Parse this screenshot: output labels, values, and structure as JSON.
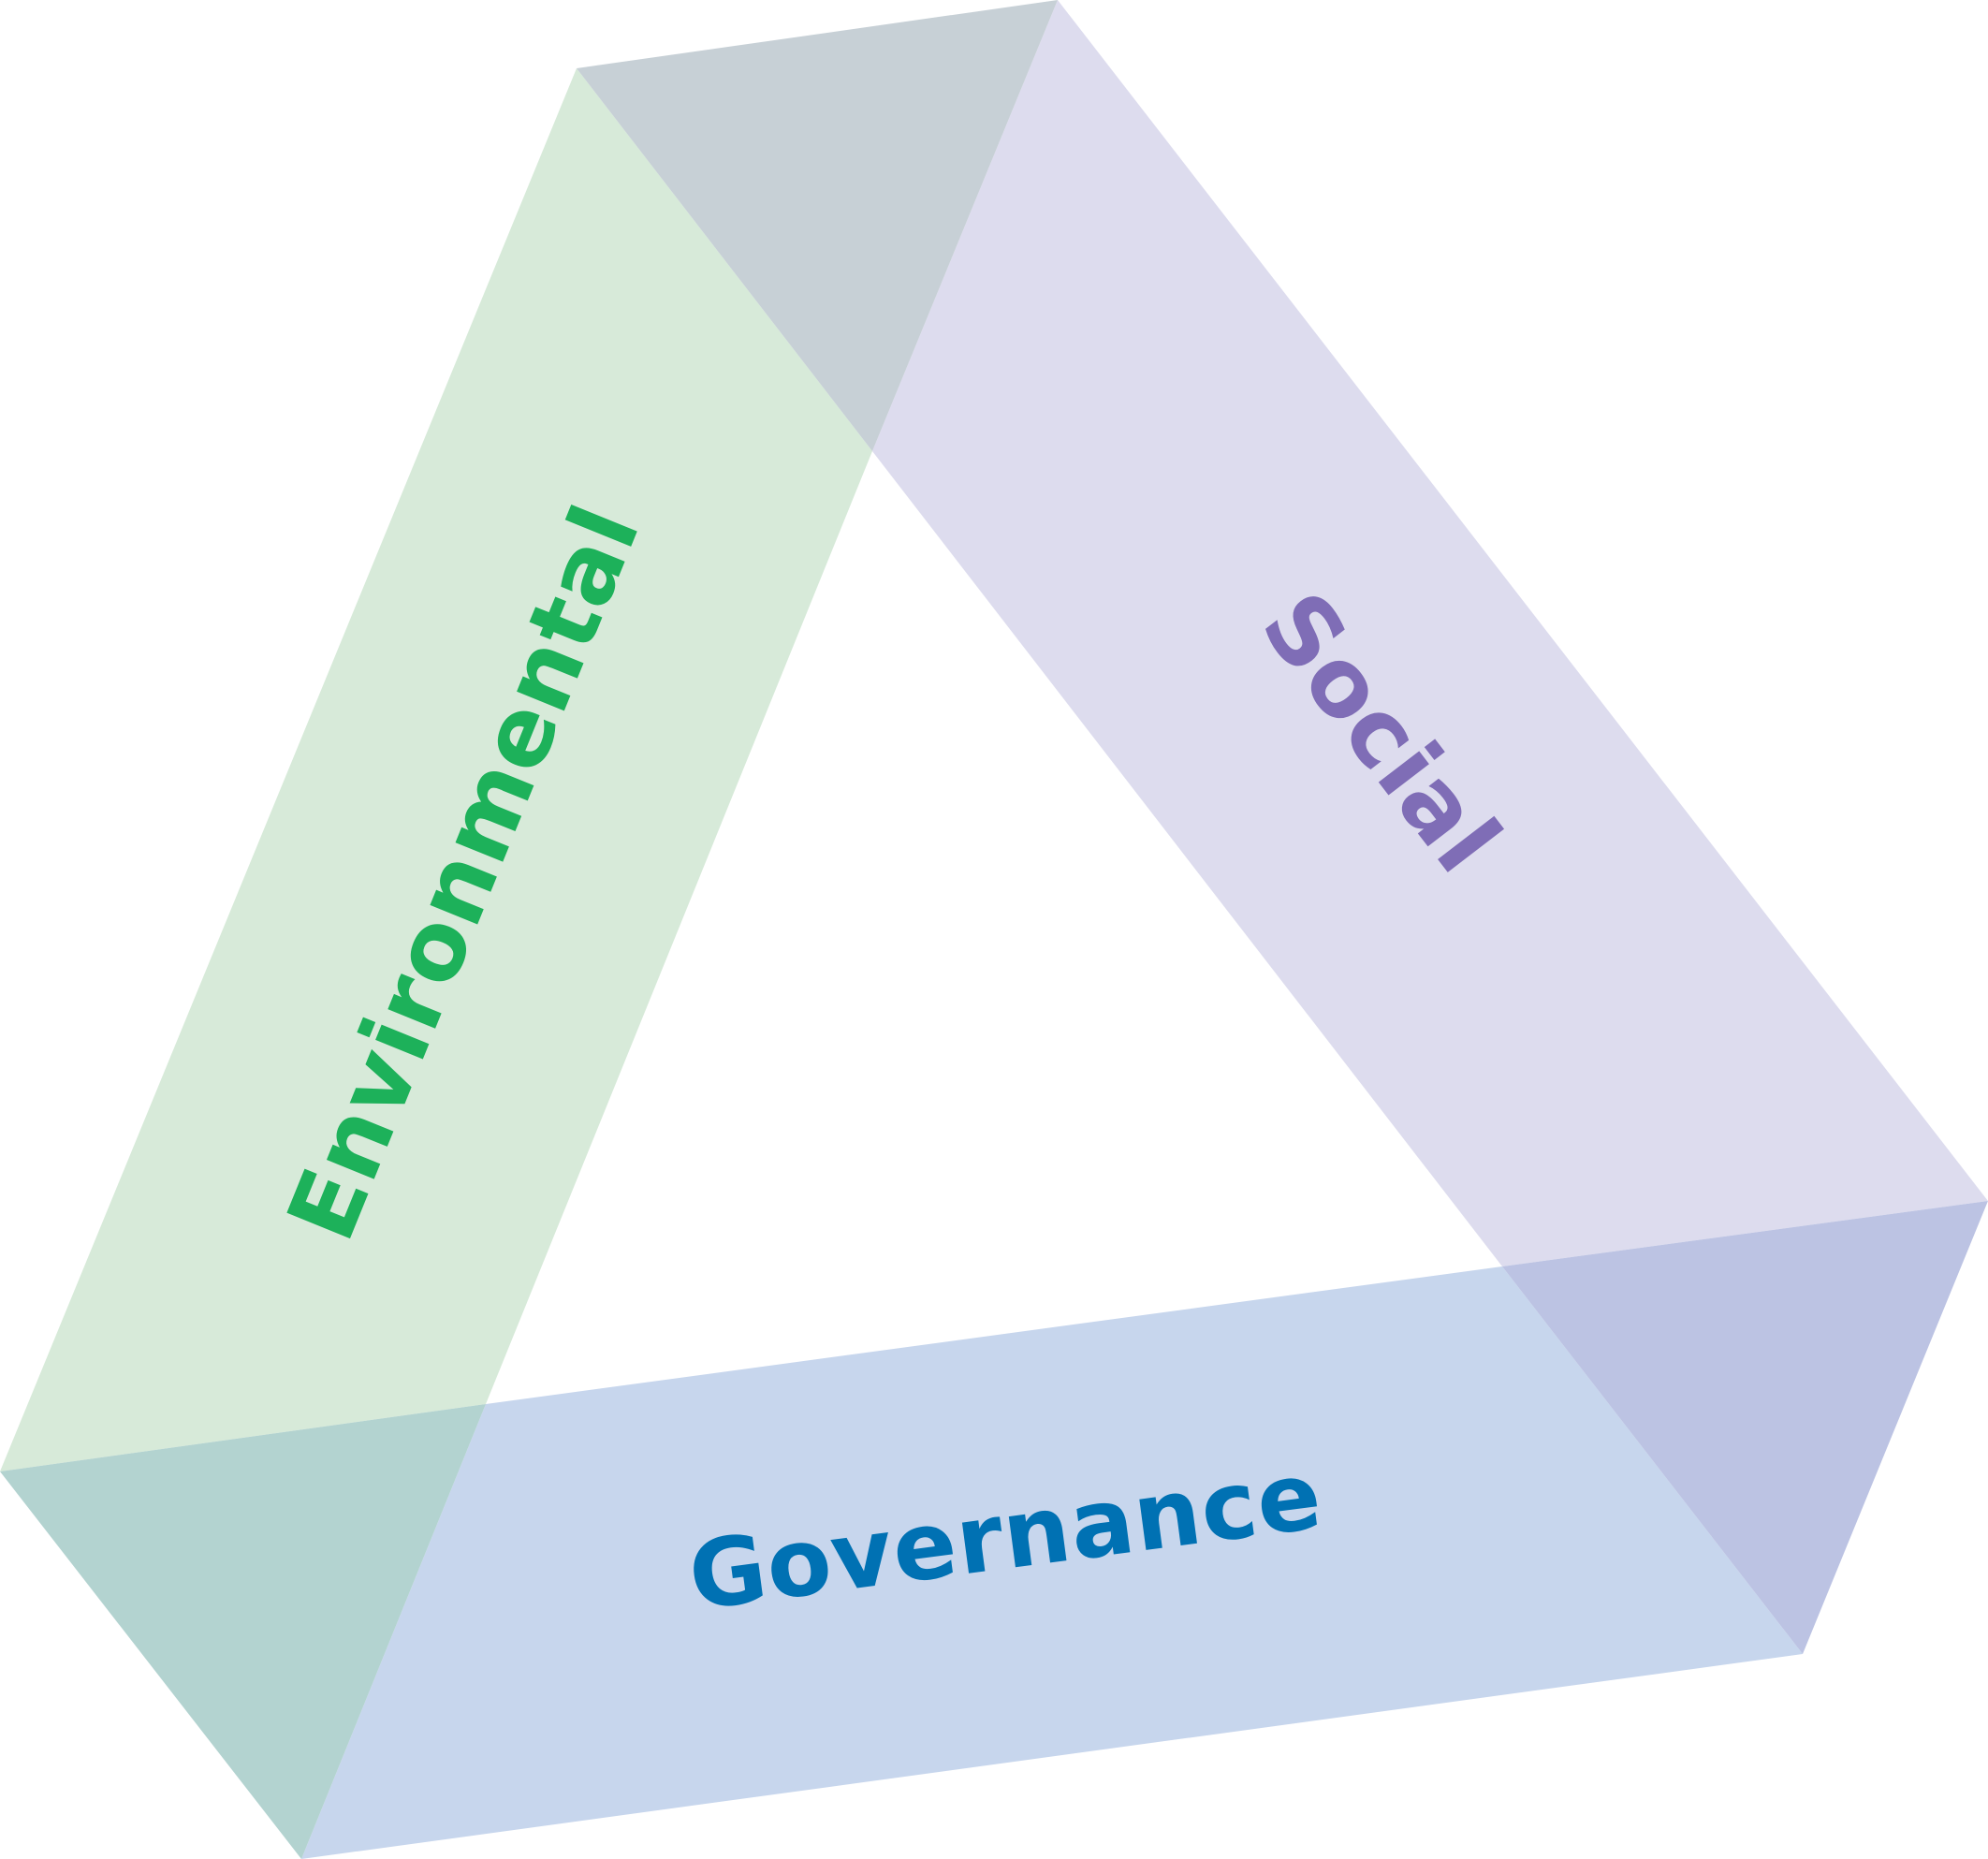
{
  "labels": {
    "environmental": "Environmental",
    "social": "Social",
    "governance": "Governance"
  },
  "colors": {
    "environmental_band": "#d7ead9",
    "social_band": "#dddcee",
    "governance_band": "#c7d6ed",
    "overlap_env_social": "#c7d0d6",
    "overlap_social_gov": "#bcc3e3",
    "overlap_gov_env": "#b3d3d0",
    "environmental_text": "#1db15a",
    "social_text": "#7f6db6",
    "governance_text": "#0071b3",
    "background": "#ffffff"
  }
}
